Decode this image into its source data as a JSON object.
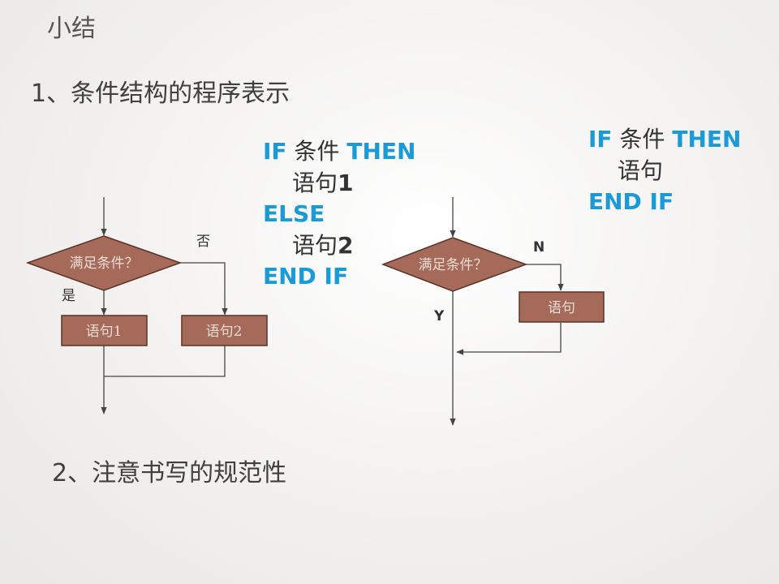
{
  "slide": {
    "title": "小结",
    "point1": "1、条件结构的程序表示",
    "point2": "2、注意书写的规范性"
  },
  "code_if_else": {
    "line1_kw1": "IF",
    "line1_cond": " 条件 ",
    "line1_kw2": "THEN",
    "line2_text": "语句",
    "line2_num": "1",
    "line3_kw": "ELSE",
    "line4_text": "语句",
    "line4_num": "2",
    "line5_kw": "END IF"
  },
  "code_if": {
    "line1_kw1": "IF",
    "line1_cond": " 条件 ",
    "line1_kw2": "THEN",
    "line2_text": "语句",
    "line3_kw": "END IF"
  },
  "flowchart_if_else": {
    "decision": "满足条件？",
    "yes_label": "是",
    "no_label": "否",
    "box1": "语句1",
    "box2": "语句2"
  },
  "flowchart_if": {
    "decision": "满足条件？",
    "yes_label": "Y",
    "no_label": "N",
    "box": "语句"
  },
  "colors": {
    "shape_fill": "#a66a5a",
    "shape_stroke": "#5b3226",
    "keyword": "#1a9ad6"
  }
}
